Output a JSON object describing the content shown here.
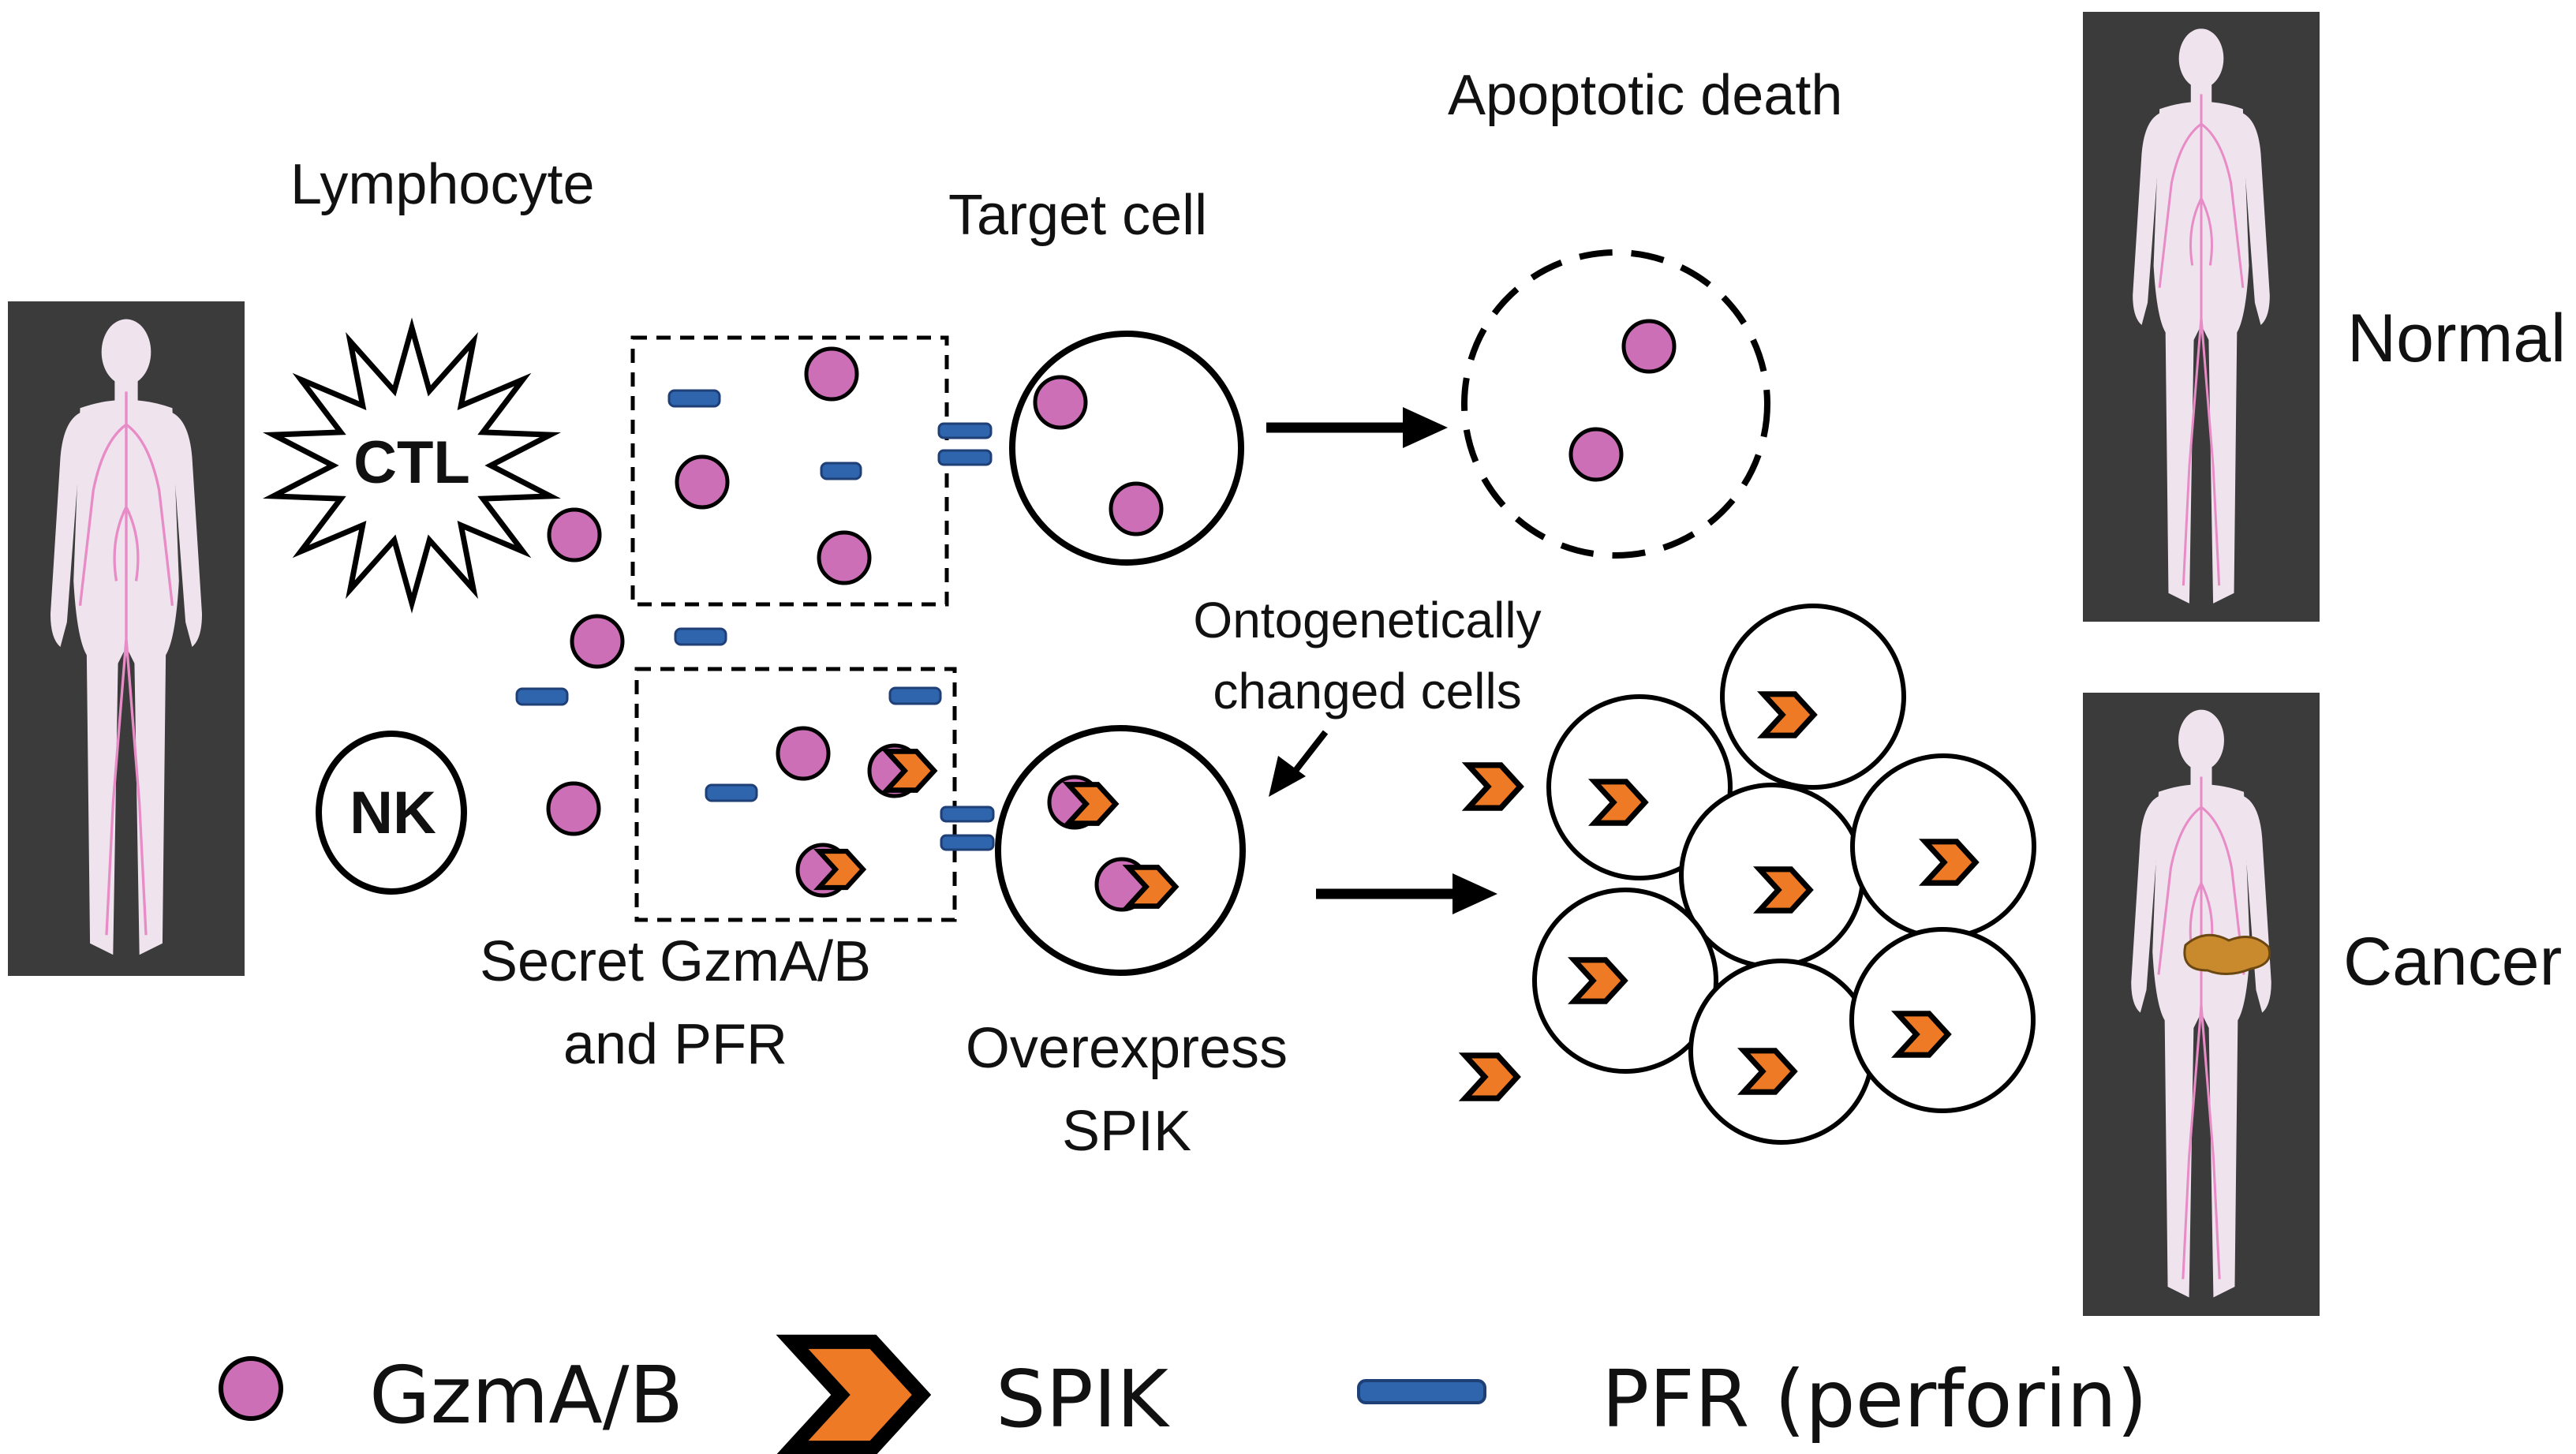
{
  "labels": {
    "lymphocyte": "Lymphocyte",
    "ctl": "CTL",
    "nk": "NK",
    "target_cell": "Target cell",
    "apoptotic_death": "Apoptotic death",
    "secret_line1": "Secret GzmA/B",
    "secret_line2": "and PFR",
    "ontogenetic_line1": "Ontogenetically",
    "ontogenetic_line2": "changed cells",
    "overexpress_line1": "Overexpress",
    "overexpress_line2": "SPIK",
    "normal": "Normal",
    "cancer": "Cancer"
  },
  "legend": {
    "gzm": "GzmA/B",
    "spik": "SPIK",
    "pfr": "PFR (perforin)"
  },
  "colors": {
    "gzm_fill": "#cc6fb7",
    "spik_orange": "#ee7a25",
    "pfr_blue": "#2f65ad",
    "outline": "#000000",
    "side_label": "#5f4fa8",
    "figure_bg": "#3b3b3b",
    "body_fill": "#efe4ee",
    "vessel": "#e88cc7",
    "tumor": "#c98a2e"
  }
}
